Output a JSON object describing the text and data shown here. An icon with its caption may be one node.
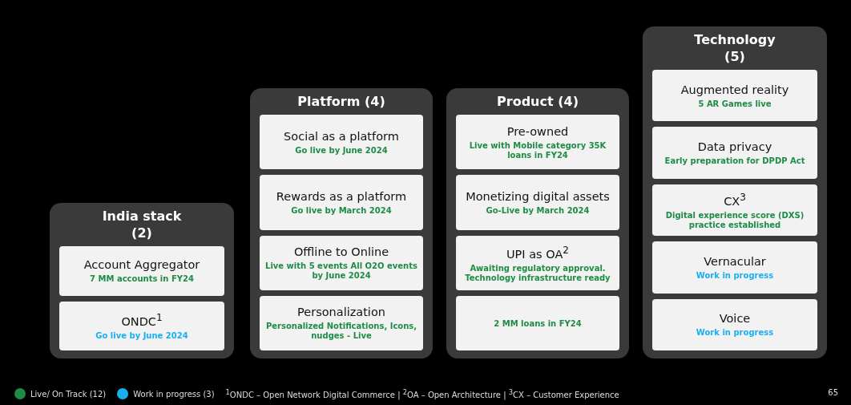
{
  "diagram": {
    "nodes": [
      {
        "text": [
          "India stack (2)"
        ]
      },
      {
        "text": [
          "Account Aggregator",
          "7 MM accounts in FY24"
        ],
        "in": 0
      },
      {
        "text": [
          "ONDC$^{1}$",
          "Go live by June 2024"
        ],
        "in": 0
      },
      {
        "text": [
          "Platform (4)"
        ]
      },
      {
        "text": [
          "Social as a platform",
          "Go live by June 2024"
        ],
        "in": 3
      },
      {
        "text": [
          "Rewards as a platform",
          "Go live by March 2024"
        ],
        "in": 3
      },
      {
        "text": [
          "Offline to Online",
          "Live with 5 events All O2O events by June 2024"
        ],
        "in": 3
      },
      {
        "text": [
          "Personalization",
          "Personalized Notifications, Icons, nudges - Live"
        ],
        "in": 3
      },
      {
        "text": [
          "Product (4)"
        ]
      },
      {
        "text": [
          "Pre-owned",
          "Live with Mobile category 35K loans in FY24"
        ],
        "in": 8
      },
      {
        "text": [
          "Monetizing digital assets",
          "Go-Live by March 2024"
        ],
        "in": 8
      },
      {
        "text": [
          "UPI as OA$^{2}$",
          "Awaiting regulatory approval. Technology infrastructure ready"
        ],
        "in": 8
      },
      {
        "text": [
          "2 MM loans in FY24"
        ],
        "in": 8
      },
      {
        "text": [
          "Technology (5)"
        ]
      },
      {
        "text": [
          "Augmented reality",
          "5 AR Games live"
        ],
        "in": 13
      },
      {
        "text": [
          "Data privacy",
          "Early preparation for DPDP Act"
        ],
        "in": 13
      },
      {
        "text": [
          "CX$^{3}$",
          "Digital experience score (DXS) practice established"
        ],
        "in": 13
      },
      {
        "text": [
          "Vernacular",
          "Work in progress"
        ],
        "in": 13
      },
      {
        "text": [
          "Voice",
          "Work in progress"
        ],
        "in": 13
      }
    ],
    "labels": [
      "$^{1}$ONDC – Open Network Digital Commerce | $^{2}$OA – Open Architecture | $^{3}$CX – Customer Experience",
      "65"
    ],
    "legend": [
      {
        "text": "Live/ On Track (12)",
        "color": "#1e8c45"
      },
      {
        "text": "Work in progress (3)",
        "color": "#1ab0f0"
      }
    ]
  }
}
